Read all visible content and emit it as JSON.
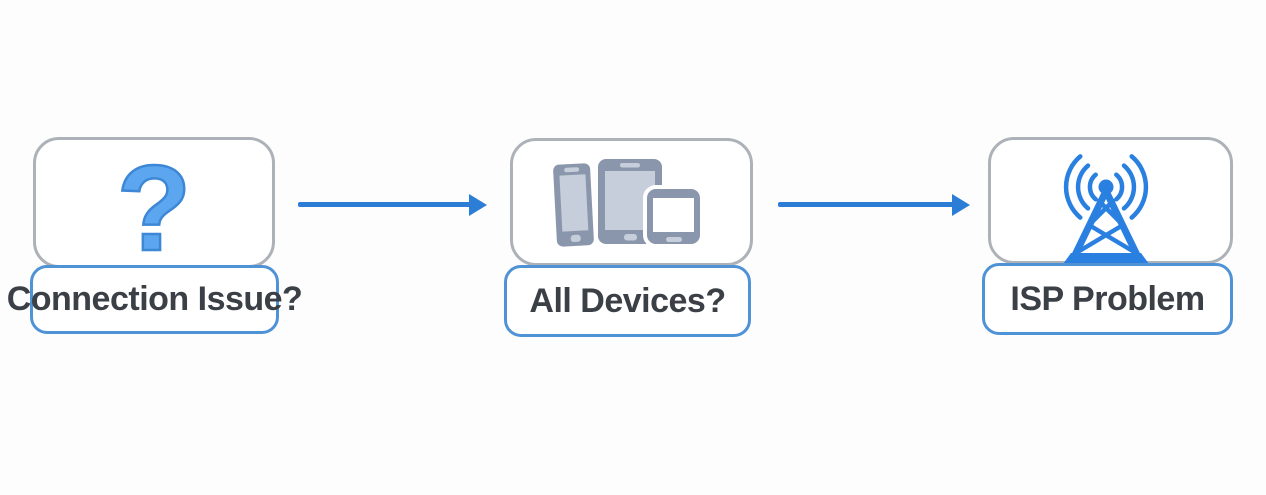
{
  "diagram": {
    "type": "flowchart",
    "direction": "left-to-right",
    "nodes": [
      {
        "id": "connection-issue",
        "label": "Connection Issue?",
        "icon": "question-mark-icon",
        "glyph": "?"
      },
      {
        "id": "all-devices",
        "label": "All Devices?",
        "icon": "devices-icon"
      },
      {
        "id": "isp-problem",
        "label": "ISP Problem",
        "icon": "radio-tower-icon"
      }
    ],
    "edges": [
      {
        "from": "connection-issue",
        "to": "all-devices",
        "style": "arrow"
      },
      {
        "from": "all-devices",
        "to": "isp-problem",
        "style": "arrow"
      }
    ],
    "colors": {
      "background": "#fdfdfd",
      "icon_box_border": "#adb2b8",
      "label_box_border": "#4f93d6",
      "label_text": "#3b3f46",
      "arrow_blue": "#2b7dd6",
      "question_mark_fill": "#5ba6ee",
      "question_mark_outline": "#3e87d6",
      "device_body": "#8a96ab",
      "device_screen": "#c6cedb",
      "tower_blue": "#2a80e0"
    }
  }
}
